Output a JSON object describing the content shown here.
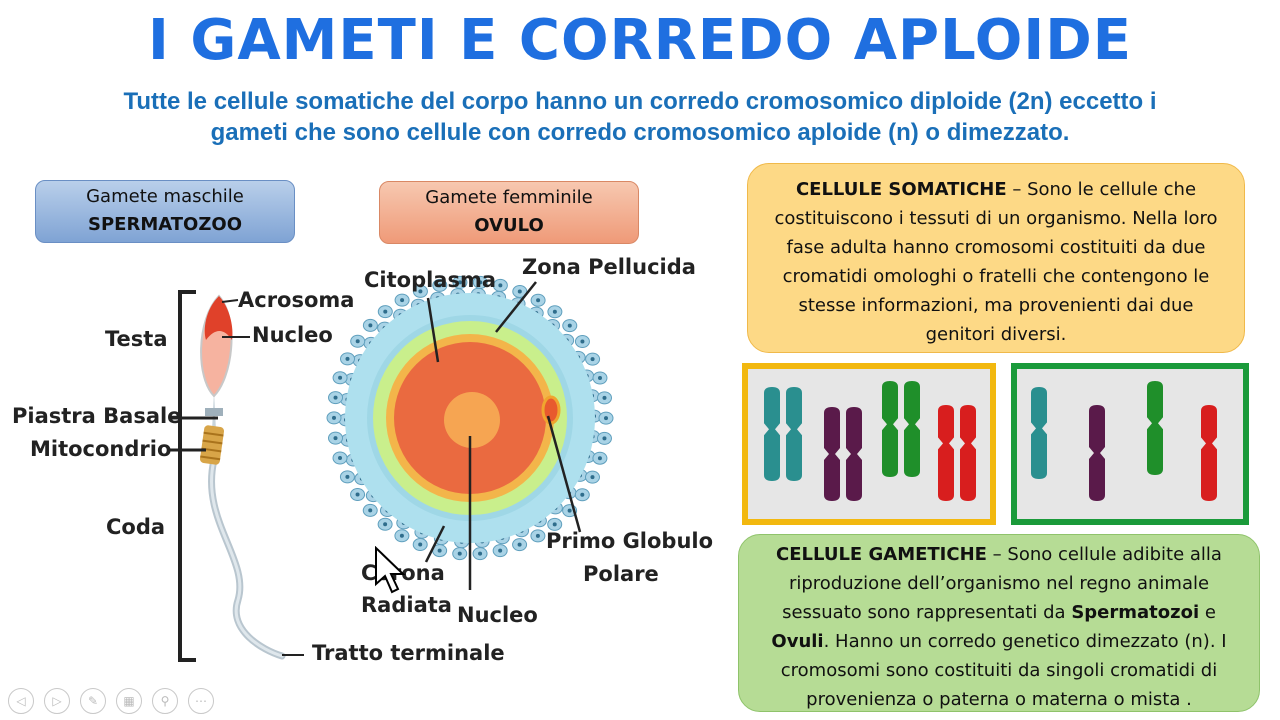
{
  "title": "I GAMETI E CORREDO APLOIDE",
  "subtitle": {
    "line1": "Tutte le cellule somatiche del corpo hanno un corredo cromosomico diploide (2n) eccetto i",
    "line2": "gameti che sono cellule con corredo cromosomico aploide (n) o dimezzato."
  },
  "male_box": {
    "line1": "Gamete maschile",
    "line2": "SPERMATOZOO"
  },
  "female_box": {
    "line1": "Gamete femminile",
    "line2": "OVULO"
  },
  "sperm_labels": {
    "acrosoma": "Acrosoma",
    "nucleo": "Nucleo",
    "testa": "Testa",
    "piastra": "Piastra Basale",
    "mitocondrio": "Mitocondrio",
    "coda": "Coda",
    "tratto": "Tratto terminale"
  },
  "egg_labels": {
    "citoplasma": "Citoplasma",
    "zona": "Zona Pellucida",
    "primo_line1": "Primo Globulo",
    "primo_line2": "Polare",
    "corona_line1": "Corona",
    "corona_line2": "Radiata",
    "nucleo": "Nucleo"
  },
  "somatic_panel": {
    "heading": "CELLULE SOMATICHE",
    "text": " – Sono le cellule che costituiscono i tessuti di un organismo. Nella loro fase adulta hanno cromosomi costituiti da due cromatidi omologhi o fratelli che contengono le stesse informazioni, ma provenienti dai due genitori diversi."
  },
  "gametic_panel": {
    "heading": "CELLULE GAMETICHE",
    "text1": " – Sono cellule adibite alla riproduzione dell’organismo nel regno animale sessuato sono rappresentati da ",
    "bold1": "Spermatozoi",
    "text2": " e ",
    "bold2": "Ovuli",
    "text3": ". Hanno un corredo genetico dimezzato (n). I cromosomi sono costituiti da singoli cromatidi di provenienza o paterna o materna o mista ."
  },
  "colors": {
    "title": "#1f6fe0",
    "subtitle": "#1a6fb8",
    "chromosome_teal": "#2a8f8f",
    "chromosome_purple": "#5a1a4a",
    "chromosome_green": "#1f8f2a",
    "chromosome_red": "#d81e1e",
    "diploid_frame": "#f2b80f",
    "haploid_frame": "#1a9a3a"
  },
  "nav_icons": [
    "prev-icon",
    "next-icon",
    "pen-icon",
    "slides-icon",
    "zoom-icon",
    "more-icon"
  ]
}
